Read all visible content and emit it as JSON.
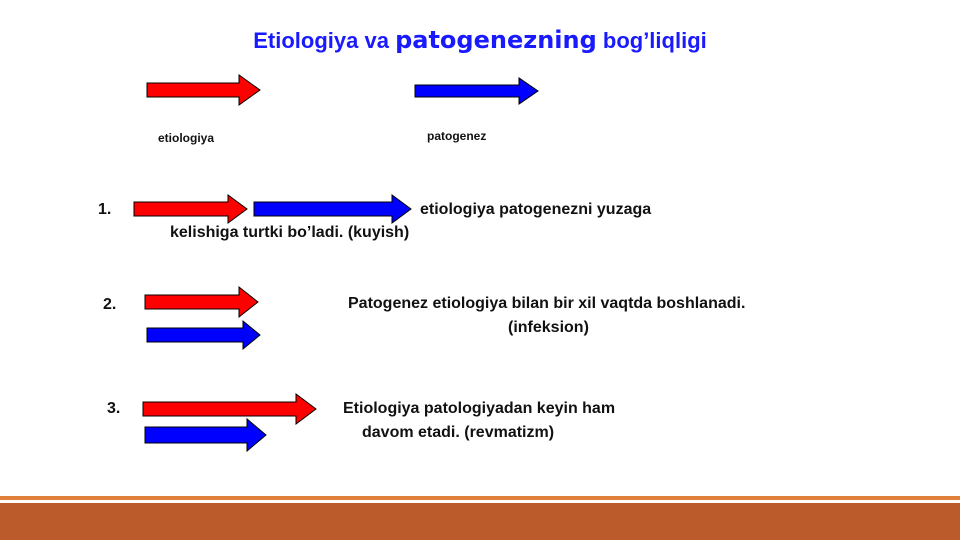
{
  "title": {
    "part1": "Etiologiya va ",
    "highlight": "patogenezning",
    "part2": " bog’liqligi"
  },
  "legend": {
    "red_label": "etiologiya",
    "blue_label": "patogenez"
  },
  "items": [
    {
      "number": "1.",
      "line1": "etiologiya patogenezni yuzaga",
      "line2": "kelishiga turtki bo’ladi. (kuyish)"
    },
    {
      "number": "2.",
      "line1": "Patogenez etiologiya bilan bir xil vaqtda boshlanadi.",
      "line2": "(infeksion)"
    },
    {
      "number": "3.",
      "line1": "Etiologiya patologiyadan keyin ham",
      "line2": "davom etadi. (revmatizm)"
    }
  ],
  "colors": {
    "etiologiya": "#ff0000",
    "patogenez": "#0000ff",
    "accent_band": "#bb5a2a",
    "accent_line": "#e0803a"
  }
}
